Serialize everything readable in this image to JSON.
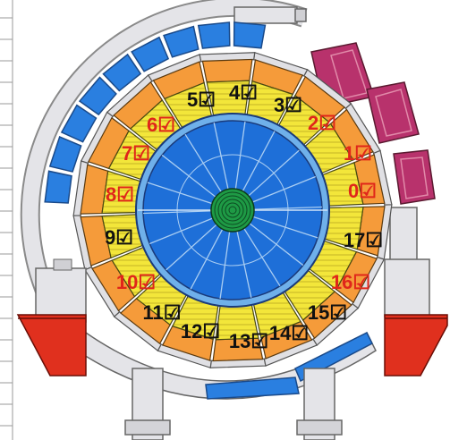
{
  "colors": {
    "frame": "#e0e0e4",
    "rail_blue": "#2a7fe0",
    "orange": "#f59b3a",
    "yellow": "#f3e63a",
    "inner_blue": "#1e6fd8",
    "core_green": "#1e9a45",
    "magenta": "#b8326c",
    "red": "#e0301e",
    "dark": "#1e1e1e",
    "label_red": "#e0261a",
    "label_dark": "#111111"
  },
  "sectors": [
    {
      "text": "0☑",
      "color": "red"
    },
    {
      "text": "1☑",
      "color": "red"
    },
    {
      "text": "2☑",
      "color": "red"
    },
    {
      "text": "3☑",
      "color": "dark"
    },
    {
      "text": "4☑",
      "color": "dark"
    },
    {
      "text": "5☑",
      "color": "dark"
    },
    {
      "text": "6☑",
      "color": "red"
    },
    {
      "text": "7☑",
      "color": "red"
    },
    {
      "text": "8☑",
      "color": "red"
    },
    {
      "text": "9☑",
      "color": "dark"
    },
    {
      "text": "10☑",
      "color": "red"
    },
    {
      "text": "11☑",
      "color": "dark"
    },
    {
      "text": "12☑",
      "color": "dark"
    },
    {
      "text": "13☑",
      "color": "dark"
    },
    {
      "text": "14☑",
      "color": "dark"
    },
    {
      "text": "15☑",
      "color": "dark"
    },
    {
      "text": "16☑",
      "color": "red"
    },
    {
      "text": "17☑",
      "color": "dark"
    }
  ]
}
